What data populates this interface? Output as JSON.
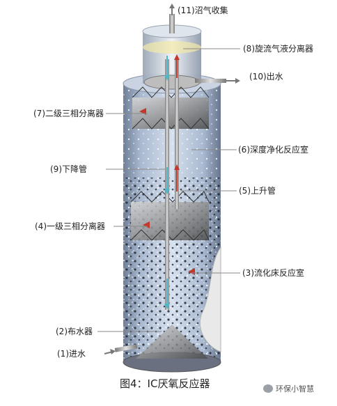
{
  "labels": {
    "biogas_collection": "(11)沼气收集",
    "cyclone_separator": "(8)旋流气液分离器",
    "effluent": "(10)出水",
    "second_separator": "(7)二级三相分离器",
    "deep_purification": "(6)深度净化反应室",
    "downcomer": "(9)下降管",
    "riser": "(5)上升管",
    "first_separator": "(4)一级三相分离器",
    "fluidized_bed": "(3)流化床反应室",
    "water_distributor": "(2)布水器",
    "influent": "(1)进水"
  },
  "caption": "图4：IC厌氧反应器",
  "watermark": "环保小智慧",
  "colors": {
    "vessel_liquid": "#b9c8dc",
    "vessel_dark": "#5f6f86",
    "separator_metal": "#7a7a7a",
    "arrow_red": "#c0392b",
    "arrow_cyan": "#4fb8c8",
    "pipe": "#9a9a9a",
    "leader_line": "#888888"
  }
}
